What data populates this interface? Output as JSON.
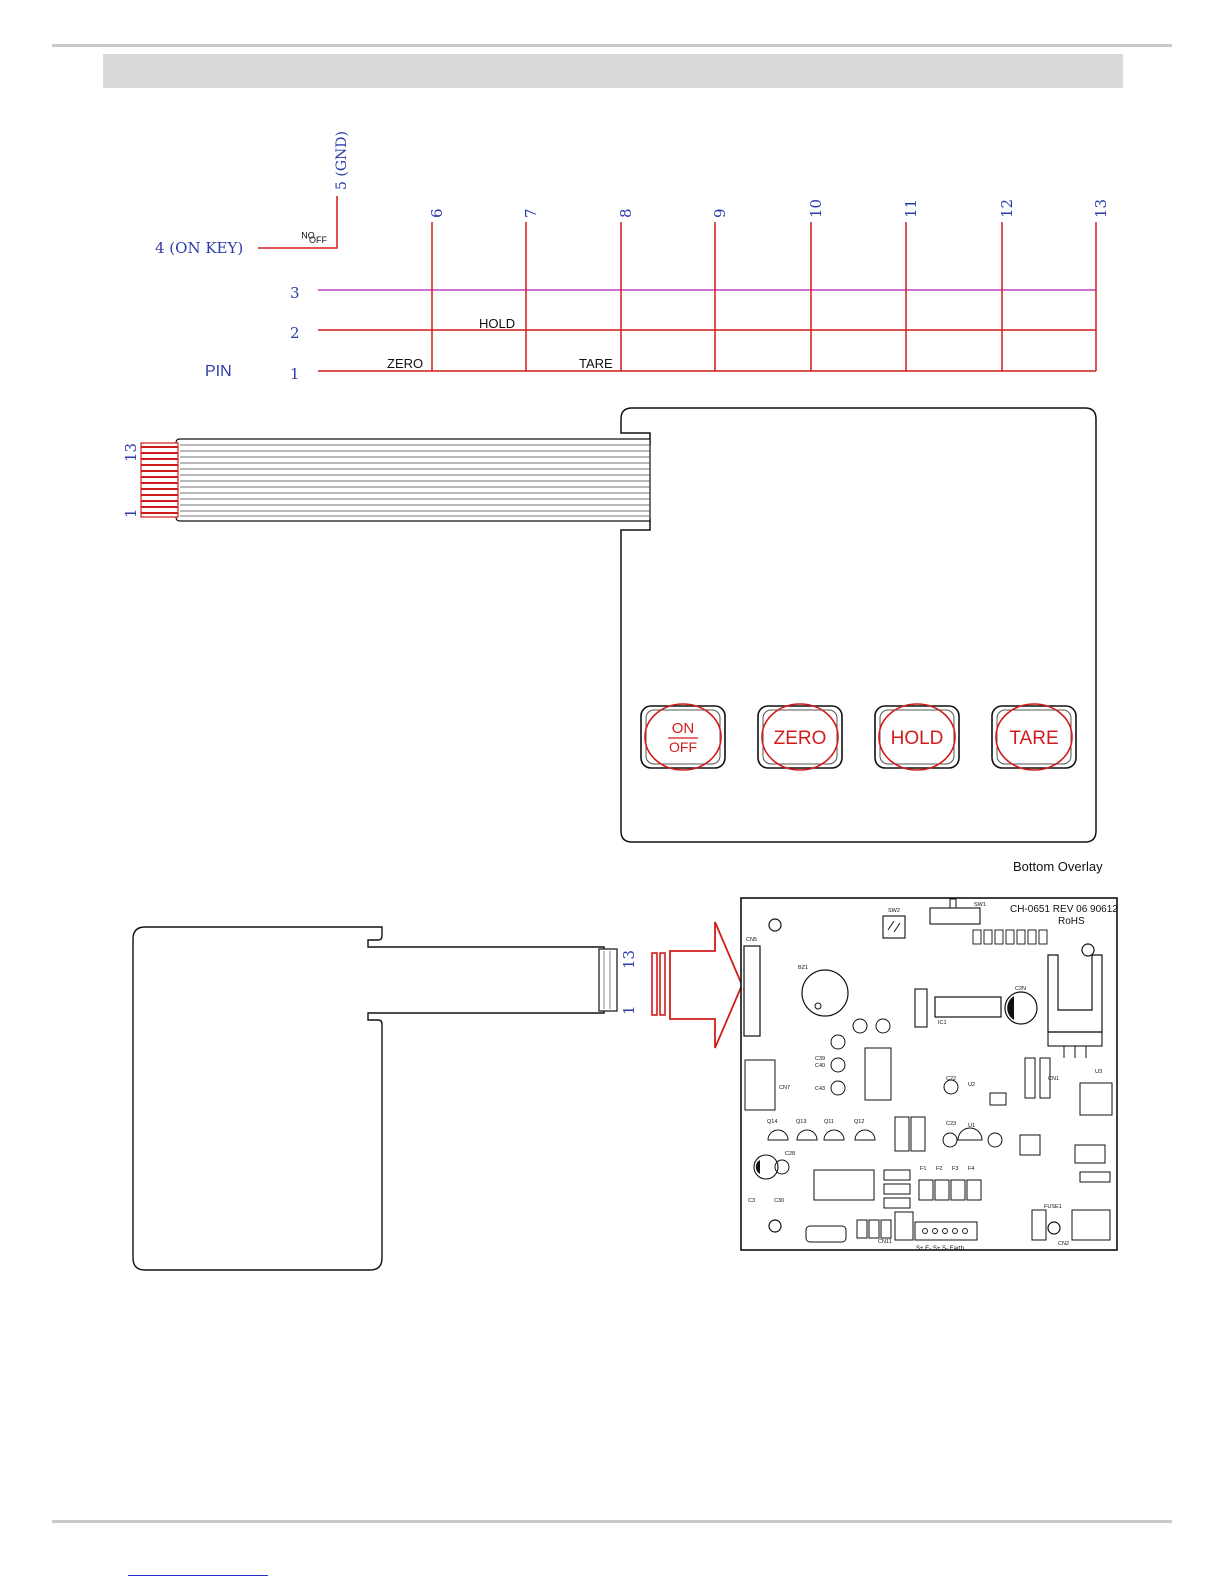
{
  "colors": {
    "red": "#d21c1c",
    "magenta": "#c040c0",
    "blue": "#2a3aaa",
    "black": "#111111"
  },
  "schematic": {
    "gnd_label": "5 (GND)",
    "on_key_label": "4 (ON KEY)",
    "switch_on": "ON",
    "switch_off": "OFF",
    "pin_title": "PIN",
    "rows": [
      "1",
      "2",
      "3"
    ],
    "columns": [
      "6",
      "7",
      "8",
      "9",
      "10",
      "11",
      "12",
      "13"
    ],
    "key_zero": "ZERO",
    "key_hold": "HOLD",
    "key_tare": "TARE"
  },
  "keypad": {
    "tail_top_label": "13",
    "tail_bottom_label": "1",
    "buttons": [
      {
        "top": "ON",
        "bottom": "OFF"
      },
      {
        "label": "ZERO"
      },
      {
        "label": "HOLD"
      },
      {
        "label": "TARE"
      }
    ],
    "overlay_caption": "Bottom Overlay"
  },
  "pcb": {
    "connector_top_label": "13",
    "connector_bottom_label": "1",
    "board_id": "CH-0651  REV 06 90612",
    "rohs": "RoHS",
    "comp_labels": [
      "SW1",
      "SW2",
      "CN5",
      "BZ1",
      "CN7",
      "C3",
      "C30",
      "C28",
      "C39",
      "C40",
      "C43",
      "C2N",
      "U3",
      "Q11",
      "Q12",
      "Q13",
      "Q14",
      "U1",
      "U2",
      "IC1",
      "C22",
      "C23",
      "F1",
      "F2",
      "F3",
      "F4",
      "FUSE1",
      "CN2",
      "CN1",
      "CN11"
    ],
    "terminal_label": "S+ E- S+ S- Earth"
  }
}
